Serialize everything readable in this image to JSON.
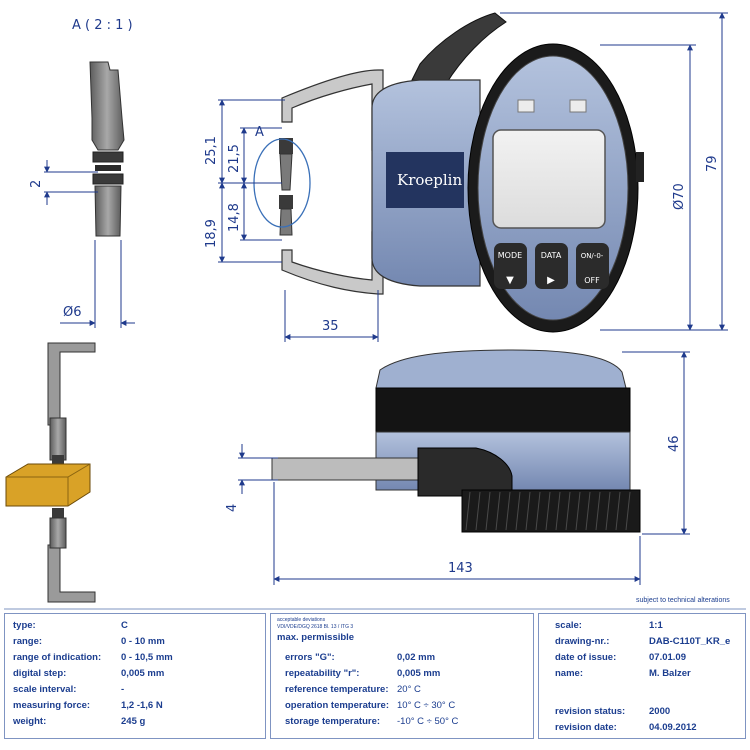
{
  "drawing": {
    "detail_label": "A ( 2 : 1 )",
    "section_marker": "A",
    "dimensions": {
      "groove_width": "2",
      "tip_diameter": "Ø6",
      "upper_arm": "25,1",
      "upper_jaw": "21,5",
      "lower_arm": "18,9",
      "lower_jaw": "14,8",
      "jaw_depth": "35",
      "dial_diameter": "Ø70",
      "total_height": "79",
      "body_height": "46",
      "arm_thickness": "4",
      "total_length": "143"
    },
    "brand": "Kroeplin",
    "buttons": [
      {
        "top": "MODE",
        "bottom": "▼"
      },
      {
        "top": "DATA",
        "bottom": "▶"
      },
      {
        "top": "ON/-0-",
        "bottom": "OFF"
      }
    ]
  },
  "notice": "subject to technical alterations",
  "specs": {
    "rows": [
      {
        "label": "type:",
        "value": "C"
      },
      {
        "label": "range:",
        "value": "0 - 10 mm"
      },
      {
        "label": "range of indication:",
        "value": "0 - 10,5 mm"
      },
      {
        "label": "digital step:",
        "value": "0,005 mm"
      },
      {
        "label": "scale interval:",
        "value": "-"
      },
      {
        "label": "measuring force:",
        "value": "1,2 -1,6 N"
      },
      {
        "label": "weight:",
        "value": "245 g"
      }
    ]
  },
  "tolerances": {
    "small_title": "acceptable deviations",
    "small_ref": "VDI/VDE/DGQ 2618 Bl. 13 / ITG 3",
    "header": "max. permissible",
    "rows": [
      {
        "label": "errors \"G\":",
        "value": "0,02 mm"
      },
      {
        "label": "repeatability \"r\":",
        "value": "0,005 mm"
      },
      {
        "label": "reference temperature:",
        "value": "20° C"
      },
      {
        "label": "operation temperature:",
        "value": "10° C ÷ 30° C"
      },
      {
        "label": "storage temperature:",
        "value": "-10° C ÷ 50° C"
      }
    ]
  },
  "admin": {
    "rows": [
      {
        "label": "scale:",
        "value": "1:1"
      },
      {
        "label": "drawing-nr.:",
        "value": "DAB-C110T_KR_e"
      },
      {
        "label": "date of issue:",
        "value": "07.01.09"
      },
      {
        "label": "name:",
        "value": "M. Balzer"
      },
      {
        "label": "revision status:",
        "value": "2000"
      },
      {
        "label": "revision date:",
        "value": "04.09.2012"
      }
    ]
  },
  "colors": {
    "dimension": "#1f3a8c",
    "body_blue": "#8fa3c8",
    "body_dark": "#233a6e",
    "frame": "#1a1a1a",
    "metal": "#8a8a8a",
    "brass": "#d9a227"
  }
}
